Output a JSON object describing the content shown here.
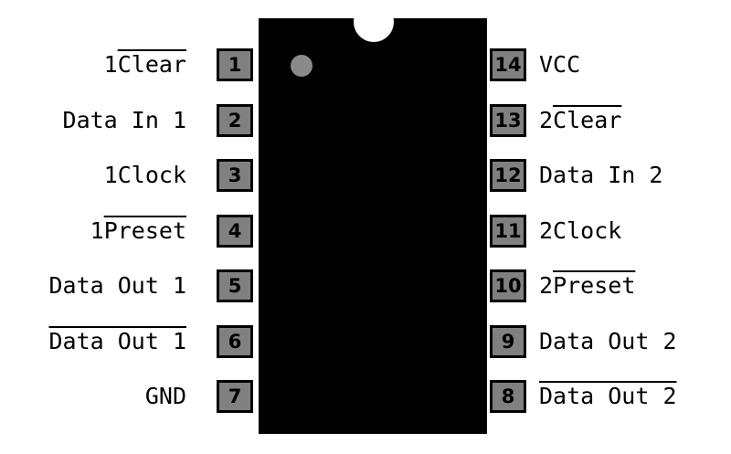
{
  "ic": {
    "pins": [
      {
        "num": "1",
        "side": "left",
        "parts": [
          {
            "t": "1",
            "over": false
          },
          {
            "t": "Clear",
            "over": true
          }
        ]
      },
      {
        "num": "2",
        "side": "left",
        "parts": [
          {
            "t": "Data In 1",
            "over": false
          }
        ]
      },
      {
        "num": "3",
        "side": "left",
        "parts": [
          {
            "t": "1Clock",
            "over": false
          }
        ]
      },
      {
        "num": "4",
        "side": "left",
        "parts": [
          {
            "t": "1",
            "over": false
          },
          {
            "t": "Preset",
            "over": true
          }
        ]
      },
      {
        "num": "5",
        "side": "left",
        "parts": [
          {
            "t": "Data Out 1",
            "over": false
          }
        ]
      },
      {
        "num": "6",
        "side": "left",
        "parts": [
          {
            "t": "Data Out 1",
            "over": true
          }
        ]
      },
      {
        "num": "7",
        "side": "left",
        "parts": [
          {
            "t": "GND",
            "over": false
          }
        ]
      },
      {
        "num": "14",
        "side": "right",
        "parts": [
          {
            "t": "VCC",
            "over": false
          }
        ]
      },
      {
        "num": "13",
        "side": "right",
        "parts": [
          {
            "t": "2",
            "over": false
          },
          {
            "t": "Clear",
            "over": true
          }
        ]
      },
      {
        "num": "12",
        "side": "right",
        "parts": [
          {
            "t": "Data In 2",
            "over": false
          }
        ]
      },
      {
        "num": "11",
        "side": "right",
        "parts": [
          {
            "t": "2Clock",
            "over": false
          }
        ]
      },
      {
        "num": "10",
        "side": "right",
        "parts": [
          {
            "t": "2",
            "over": false
          },
          {
            "t": "Preset",
            "over": true
          }
        ]
      },
      {
        "num": "9",
        "side": "right",
        "parts": [
          {
            "t": "Data Out 2",
            "over": false
          }
        ]
      },
      {
        "num": "8",
        "side": "right",
        "parts": [
          {
            "t": "Data Out 2",
            "over": true
          }
        ]
      }
    ]
  }
}
